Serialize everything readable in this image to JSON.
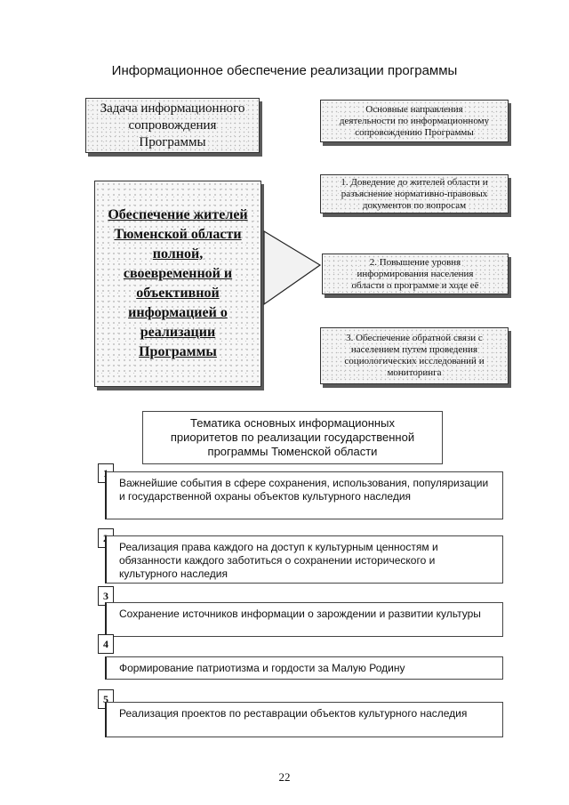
{
  "page": {
    "title": "Информационное обеспечение реализации программы",
    "page_number": "22"
  },
  "task_box": {
    "line1": "Задача информационного",
    "line2": "сопровождения",
    "line3": "Программы"
  },
  "directions_box": {
    "line1": "Основные направления",
    "line2": "деятельности по информационному",
    "line3": "сопровождению Программы"
  },
  "main_box": {
    "lines": [
      "Обеспечение жителей",
      "Тюменской области",
      "полной,",
      "своевременной и",
      "объективной",
      "информацией о",
      "реализации",
      "Программы"
    ]
  },
  "activities": [
    {
      "line1": "1. Доведение до жителей области и",
      "line2": "разъяснение нормативно-правовых",
      "line3": "документов по вопросам"
    },
    {
      "line1": "2. Повышение уровня",
      "line2": "информирования населения",
      "line3": "области о программе и ходе её"
    },
    {
      "line1": "3. Обеспечение обратной связи с",
      "line2": "населением путем проведения",
      "line3": "социологических исследований и",
      "line4": "мониторинга"
    }
  ],
  "themes_box": {
    "line1": "Тематика основных информационных",
    "line2": "приоритетов по реализации государственной",
    "line3": "программы Тюменской области"
  },
  "priorities": [
    {
      "number": "1",
      "text": "Важнейшие события в сфере сохранения, использования, популяризации и государственной охраны объектов культурного наследия"
    },
    {
      "number": "2",
      "text": "Реализация права каждого на доступ к культурным ценностям и обязанности каждого заботиться о сохранении исторического и культурного наследия"
    },
    {
      "number": "3",
      "text": "Сохранение источников информации о зарождении и развитии культуры"
    },
    {
      "number": "4",
      "text": "Формирование патриотизма и гордости за Малую Родину"
    },
    {
      "number": "5",
      "text": "Реализация проектов по реставрации объектов культурного наследия"
    }
  ]
}
